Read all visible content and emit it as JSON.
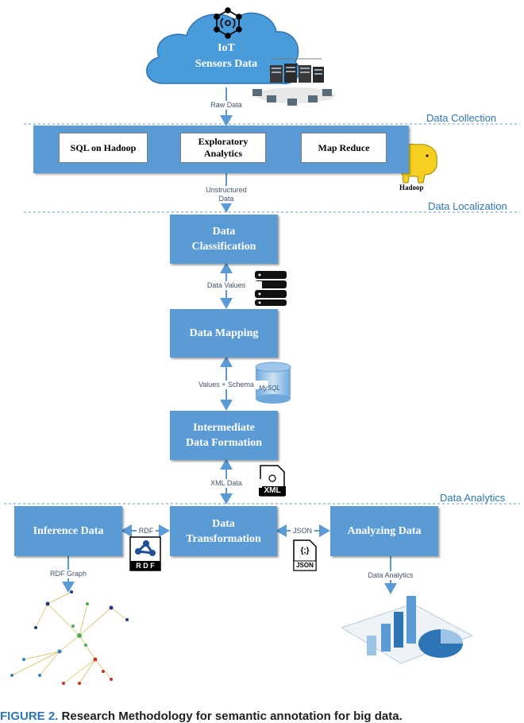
{
  "cloud": {
    "title": "IoT",
    "subtitle": "Sensors Data"
  },
  "sections": {
    "collection": "Data Collection",
    "localization": "Data Localization",
    "analytics": "Data Analytics"
  },
  "edges": {
    "raw_data": "Raw Data",
    "unstructured": "Unstructured\nData",
    "data_values": "Data Values",
    "values_schema": "Values + Schema",
    "xml_data": "XML Data",
    "rdf": "RDF",
    "json": "JSON",
    "rdf_graph": "RDF Graph",
    "data_analytics": "Data Analytics"
  },
  "hadoop_tools": [
    "SQL on Hadoop",
    "Exploratory\nAnalytics",
    "Map Reduce"
  ],
  "hadoop_logo": "Hadoop",
  "nodes": {
    "classification": "Data\nClassification",
    "mapping": "Data Mapping",
    "intermediate": "Intermediate\nData Formation",
    "transformation": "Data\nTransformation",
    "inference": "Inference Data",
    "analyzing": "Analyzing Data"
  },
  "icons": {
    "xml": "XML",
    "rdf_icon": "R D F",
    "json_icon": "JSON",
    "json_braces": "{;}",
    "mysql": "MySQL"
  },
  "caption": {
    "label": "FIGURE 2.",
    "text": "Research Methodology for semantic annotation for big data."
  },
  "colors": {
    "box": "#5b9bd5",
    "section": "#2e75b6",
    "cloud": "#4a9bd9"
  }
}
